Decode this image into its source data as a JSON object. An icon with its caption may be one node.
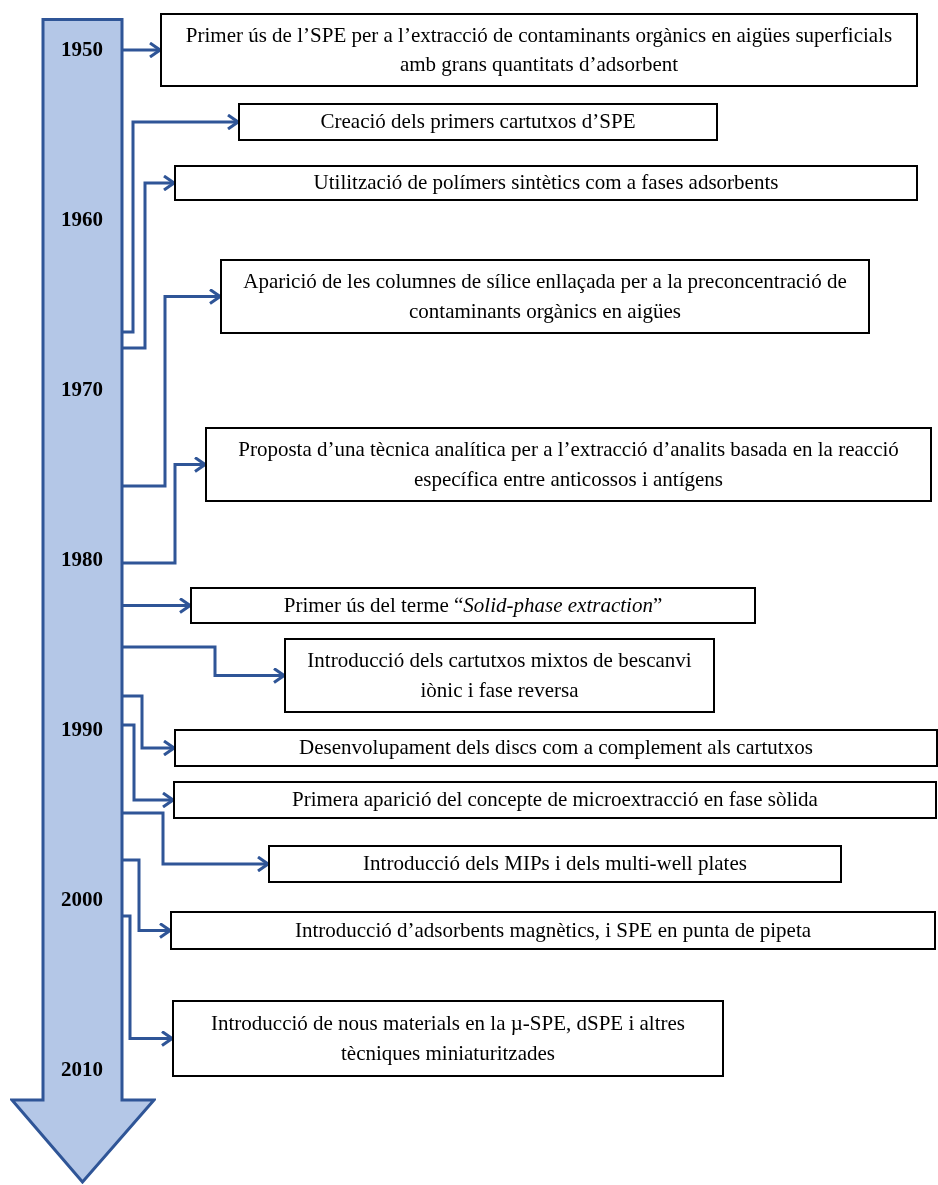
{
  "diagram": {
    "nodes": [
      {
        "text": [],
        "shape": "arrow"
      },
      {
        "text": [
          "Primer ús de l’SPE per a l’extracció  de contaminants orgànics en aigües superficials amb grans quantitats d’adsorbent"
        ]
      },
      {
        "text": [
          "Creació dels primers cartutxos d’SPE"
        ]
      },
      {
        "text": [
          "Utilització de polímers sintètics com a fases adsorbents"
        ]
      },
      {
        "text": [
          "Aparició de les columnes de sílice enllaçada per a la preconcentració de contaminants orgànics en aigües"
        ]
      },
      {
        "text": [
          "Proposta d’una tècnica analítica per a l’extracció d’analits basada en la reacció específica entre anticossos i antígens"
        ]
      },
      {
        "text": [
          "Primer ús del terme “*Solid-phase extraction*”"
        ]
      },
      {
        "text": [
          "Introducció dels cartutxos mixtos de bescanvi iònic i fase reversa"
        ]
      },
      {
        "text": [
          "Desenvolupament dels discs com a complement als cartutxos"
        ]
      },
      {
        "text": [
          "Primera aparició del concepte de microextracció en fase sòlida"
        ]
      },
      {
        "text": [
          "Introducció dels MIPs i dels multi-well plates"
        ]
      },
      {
        "text": [
          "Introducció d’adsorbents magnètics, i SPE en punta de pipeta"
        ]
      },
      {
        "text": [
          "Introducció de nous materials en la µ-SPE, dSPE i altres tècniques miniaturitzades"
        ]
      }
    ],
    "edges": [
      {
        "from": 0,
        "to": 1,
        "arrow": "to"
      },
      {
        "from": 0,
        "to": 2,
        "arrow": "to"
      },
      {
        "from": 0,
        "to": 3,
        "arrow": "to"
      },
      {
        "from": 0,
        "to": 4,
        "arrow": "to"
      },
      {
        "from": 0,
        "to": 5,
        "arrow": "to"
      },
      {
        "from": 0,
        "to": 6,
        "arrow": "to"
      },
      {
        "from": 0,
        "to": 7,
        "arrow": "to"
      },
      {
        "from": 0,
        "to": 8,
        "arrow": "to"
      },
      {
        "from": 0,
        "to": 9,
        "arrow": "to"
      },
      {
        "from": 0,
        "to": 10,
        "arrow": "to"
      },
      {
        "from": 0,
        "to": 11,
        "arrow": "to"
      },
      {
        "from": 0,
        "to": 12,
        "arrow": "to"
      }
    ],
    "labels": [
      "1950",
      "1960",
      "1970",
      "1980",
      "1990",
      "2000",
      "2010"
    ]
  }
}
